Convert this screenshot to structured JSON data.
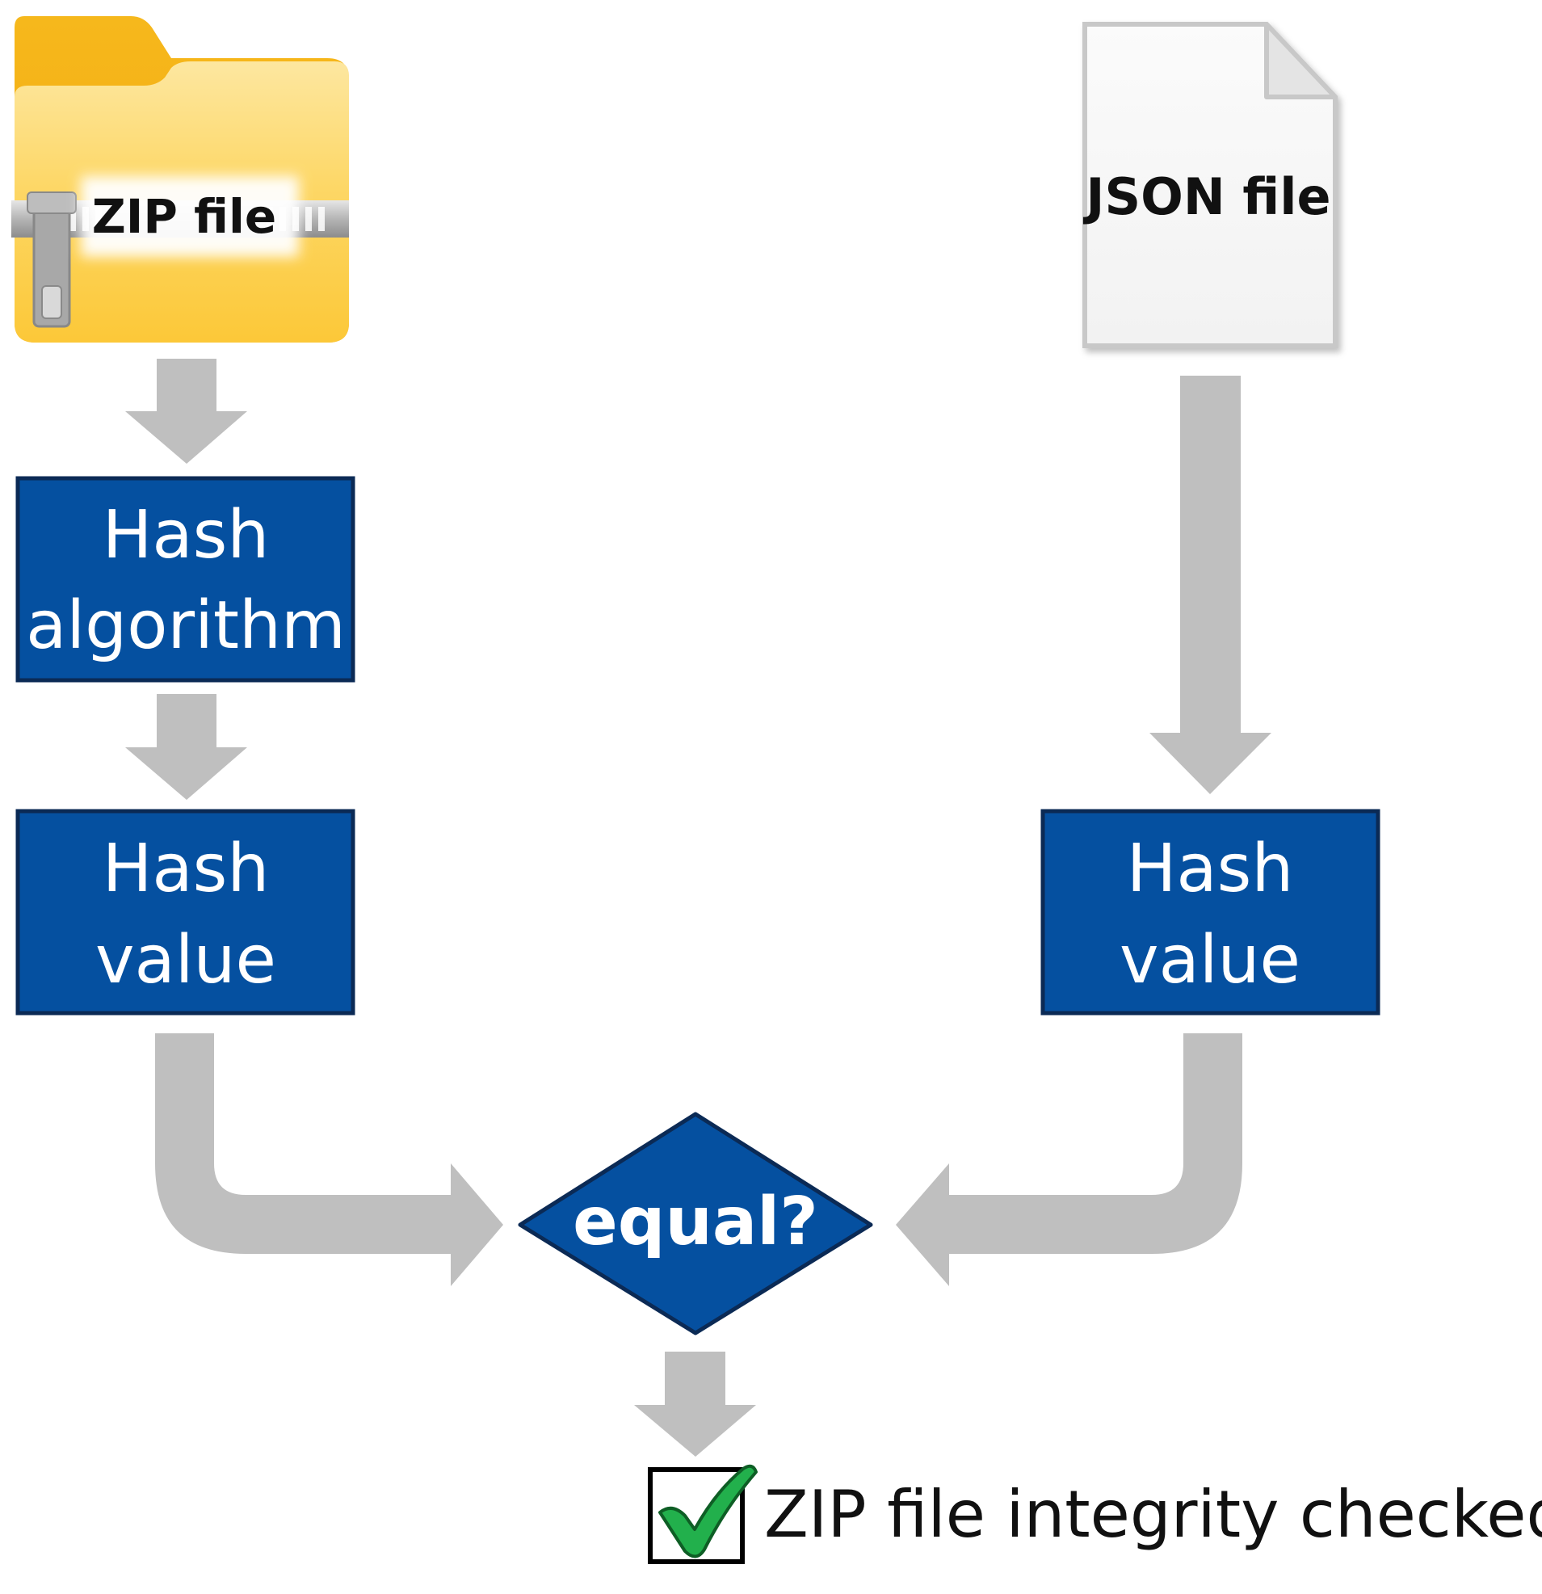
{
  "zip_file": {
    "label": "ZIP file"
  },
  "json_file": {
    "label": "JSON file"
  },
  "hash_algorithm": {
    "line1": "Hash",
    "line2": "algorithm"
  },
  "hash_value_left": {
    "line1": "Hash",
    "line2": "value"
  },
  "hash_value_right": {
    "line1": "Hash",
    "line2": "value"
  },
  "decision": {
    "label": "equal?"
  },
  "result": {
    "label": "ZIP file integrity checked"
  },
  "colors": {
    "box_fill": "#0550A0",
    "box_border": "#0B2A55",
    "arrow": "#BFBFBF",
    "folder": "#FCCB3A",
    "check": "#22B04C"
  },
  "icons": {
    "zip": "zip-folder-icon",
    "json": "document-icon",
    "check": "checkmark-icon"
  }
}
